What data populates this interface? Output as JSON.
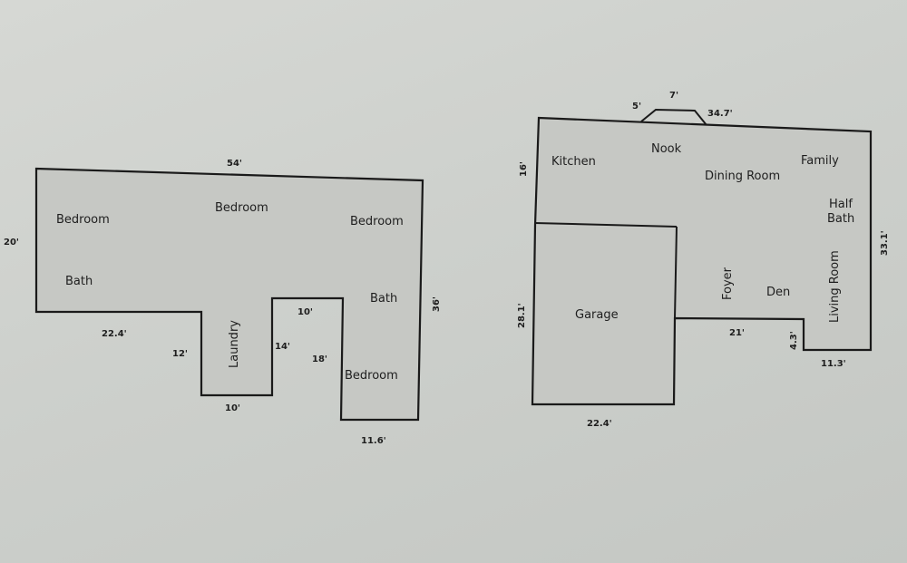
{
  "upper_floor": {
    "rooms": {
      "bedroom_left": "Bedroom",
      "bedroom_center": "Bedroom",
      "bedroom_right": "Bedroom",
      "bath_left": "Bath",
      "bath_right": "Bath",
      "laundry": "Laundry",
      "bedroom_lower_right": "Bedroom"
    },
    "dimensions": {
      "top": "54'",
      "left": "20'",
      "right": "36'",
      "bottom_left": "22.4'",
      "laundry_left": "12'",
      "laundry_bottom": "10'",
      "laundry_right": "14'",
      "notch_top": "10'",
      "notch_right": "18'",
      "bottom_right": "11.6'"
    }
  },
  "main_floor": {
    "rooms": {
      "kitchen": "Kitchen",
      "nook": "Nook",
      "dining": "Dining Room",
      "family": "Family",
      "half_bath_1": "Half",
      "half_bath_2": "Bath",
      "garage": "Garage",
      "foyer": "Foyer",
      "den": "Den",
      "living": "Living Room"
    },
    "dimensions": {
      "bay_side": "5'",
      "bay_top": "7'",
      "top": "34.7'",
      "kitchen_left": "16'",
      "garage_left": "28.1'",
      "right": "33.1'",
      "garage_bottom": "22.4'",
      "den_bottom": "21'",
      "step": "4.3'",
      "bottom_right": "11.3'"
    }
  }
}
